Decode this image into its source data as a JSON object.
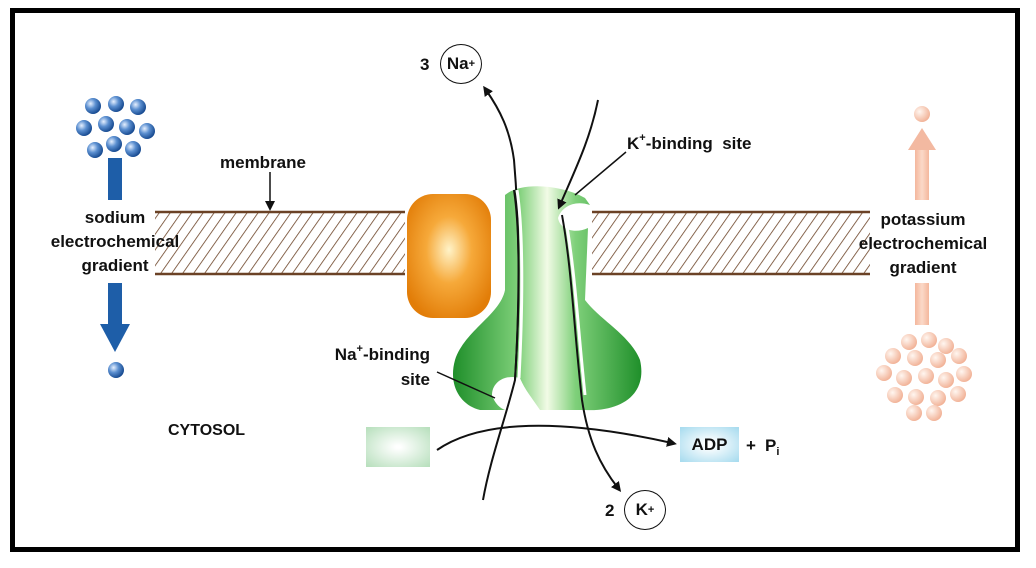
{
  "labels": {
    "membrane": "membrane",
    "sodium_gradient": [
      "sodium",
      "electrochemical",
      "gradient"
    ],
    "potassium_gradient": [
      "potassium",
      "electrochemical",
      "gradient"
    ],
    "k_binding_site_sup": "+",
    "k_binding_site_prefix": "K",
    "k_binding_site_suffix": "-binding  site",
    "na_binding_site_prefix": "Na",
    "na_binding_site_sup": "+",
    "na_binding_site_suffix": "-binding",
    "na_binding_site_line2": "site",
    "cytosol": "CYTOSOL",
    "na_count": "3",
    "na_ion": "Na",
    "na_charge": "+",
    "k_count": "2",
    "k_ion": "K",
    "k_charge": "+",
    "adp": "ADP",
    "plus": "+",
    "pi": "P",
    "pi_sub": "i"
  },
  "colors": {
    "sodium": "#1e5ea8",
    "potassium": "#f3b9a1",
    "membrane": "#6b4226",
    "pump": "#2fa33a",
    "orange_protein": "#ef8a12",
    "adp_box": "#a9dcef",
    "atp_box": "#b9e0be"
  }
}
